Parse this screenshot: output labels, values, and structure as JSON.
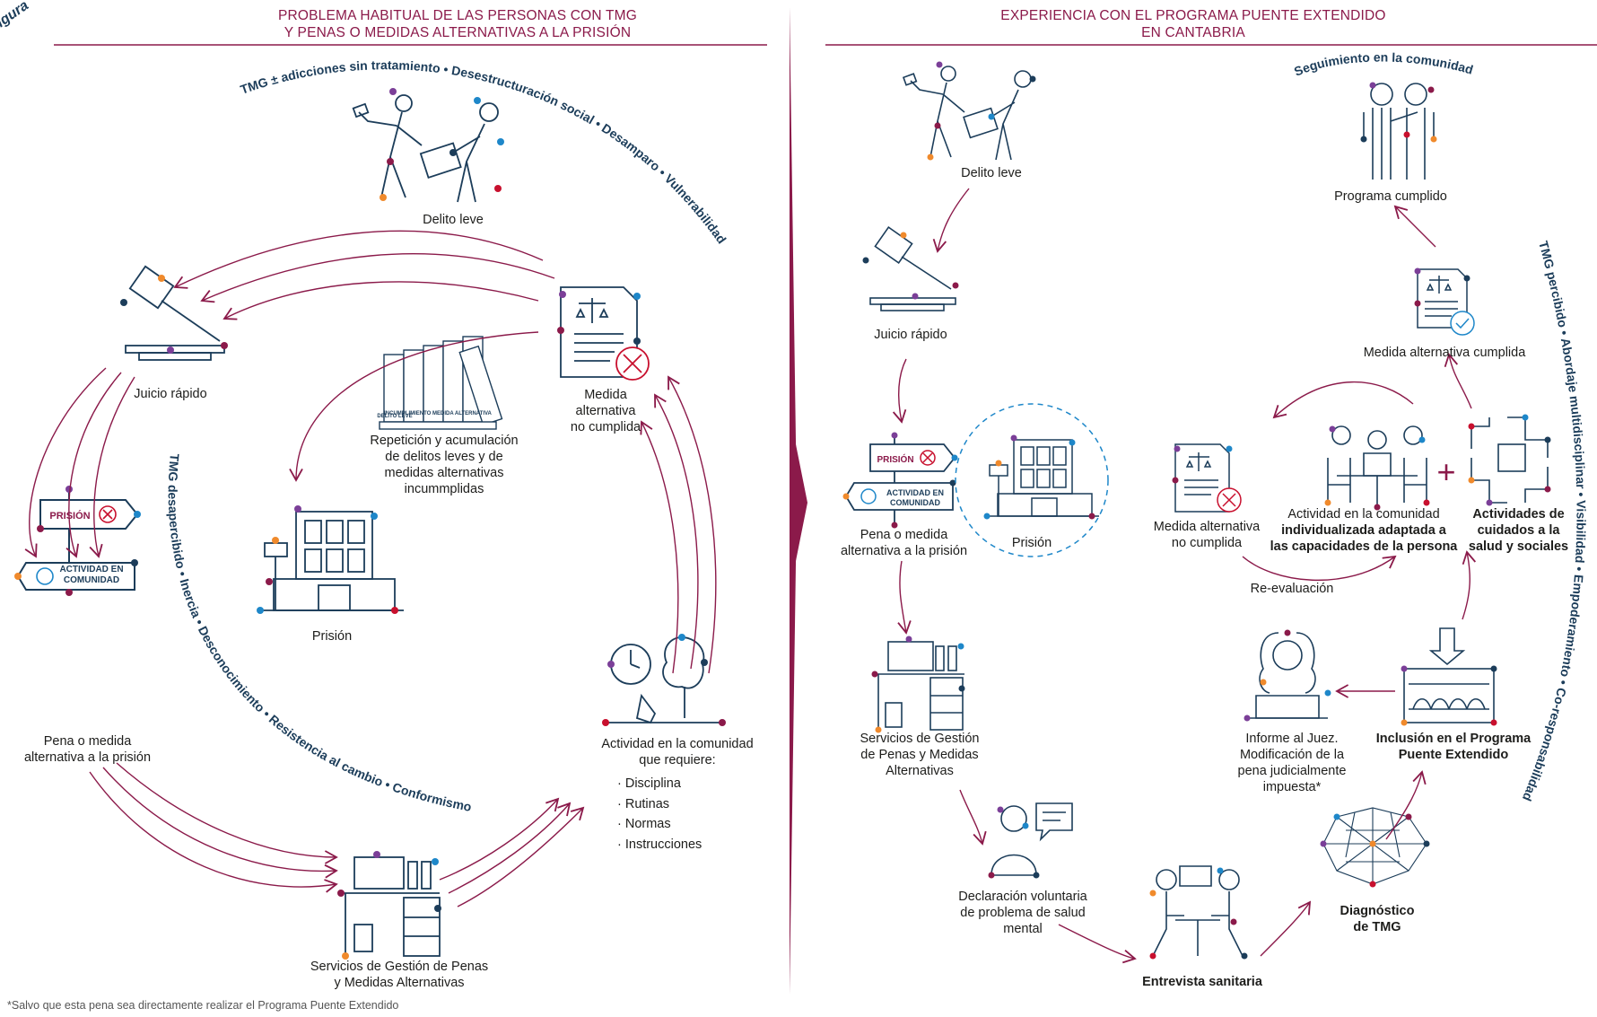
{
  "figure_tab": "Figura",
  "left": {
    "title_line1": "PROBLEMA HABITUAL DE LAS PERSONAS CON TMG",
    "title_line2": "Y PENAS O MEDIDAS ALTERNATIVAS A LA PRISIÓN",
    "arc_top": "TMG ± adicciones sin tratamiento  •  Desestructuración social  •  Desamparo  •  Vulnerabilidad",
    "arc_bottom": "TMG desapercibido  •  Inercia  •  Desconocimiento  •  Resistencia al cambio  •  Conformismo",
    "delito": "Delito leve",
    "juicio": "Juicio rápido",
    "pena_1": "Pena o medida",
    "pena_2": "alternativa a la prisión",
    "sign_prision": "PRISIÓN",
    "sign_actividad_1": "ACTIVIDAD EN",
    "sign_actividad_2": "COMUNIDAD",
    "servicios_1": "Servicios de Gestión de Penas",
    "servicios_2": "y Medidas Alternativas",
    "actividad_1": "Actividad en la comunidad",
    "actividad_2": "que requiere:",
    "requisitos": [
      "· Disciplina",
      "· Rutinas",
      "· Normas",
      "· Instrucciones"
    ],
    "medida_1": "Medida",
    "medida_2": "alternativa",
    "medida_3": "no cumplida",
    "repeticion_1": "Repetición y acumulación",
    "repeticion_2": "de delitos leves y de",
    "repeticion_3": "medidas alternativas",
    "repeticion_4": "incummplidas",
    "prision": "Prisión",
    "book_labels": [
      "DELITO LEVE",
      "INCUMPLIMIENTO MEDIDA ALTERNATIVA"
    ]
  },
  "right": {
    "title_line1": "EXPERIENCIA CON EL PROGRAMA PUENTE EXTENDIDO",
    "title_line2": "EN CANTABRIA",
    "arc_right": "TMG percibido  •  Abordaje multidisciplinar  •  Visibilidad  •  Empoderamiento  •  Co-responsabilidad",
    "seguimiento": "Seguimiento en la comunidad",
    "delito": "Delito leve",
    "juicio": "Juicio rápido",
    "pena_1": "Pena o medida",
    "pena_2": "alternativa a la prisión",
    "sign_prision": "PRISIÓN",
    "sign_actividad_1": "ACTIVIDAD EN",
    "sign_actividad_2": "COMUNIDAD",
    "prision": "Prisión",
    "servicios_1": "Servicios de Gestión",
    "servicios_2": "de Penas y Medidas",
    "servicios_3": "Alternativas",
    "declaracion_1": "Declaración voluntaria",
    "declaracion_2": "de problema de salud",
    "declaracion_3": "mental",
    "entrevista": "Entrevista sanitaria",
    "diagnostico_1": "Diagnóstico",
    "diagnostico_2": "de TMG",
    "inclusion_1": "Inclusión en el Programa",
    "inclusion_2": "Puente Extendido",
    "informe_1": "Informe al Juez.",
    "informe_2": "Modificación de la",
    "informe_3": "pena judicialmente",
    "informe_4": "impuesta*",
    "medida_nc_1": "Medida alternativa",
    "medida_nc_2": "no cumplida",
    "reevaluacion": "Re-evaluación",
    "actividad_1": "Actividad en la comunidad",
    "actividad_2": "individualizada adaptada a",
    "actividad_3": "las capacidades de la persona",
    "cuidados_1": "Actividades de",
    "cuidados_2": "cuidados a la",
    "cuidados_3": "salud y sociales",
    "plus": "+",
    "medida_cumplida": "Medida alternativa cumplida",
    "programa_cumplido": "Programa cumplido"
  },
  "footnote": "*Salvo que esta pena sea directamente realizar el Programa Puente Extendido",
  "colors": {
    "maroon": "#8b1a4a",
    "navy": "#1c3d5a",
    "blue": "#1e87c9",
    "orange": "#f08a2c",
    "purple": "#7b3f98",
    "red": "#c8102e"
  }
}
